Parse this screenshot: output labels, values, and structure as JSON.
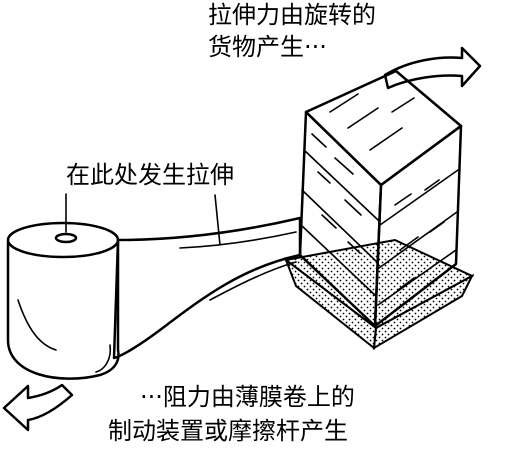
{
  "labels": {
    "top_line1": "拉伸力由旋转的",
    "top_line2": "货物产生···",
    "middle": "在此处发生拉伸",
    "bottom_line1": "···阻力由薄膜卷上的",
    "bottom_line2": "制动装置或摩擦杆产生"
  },
  "icons": {
    "top_arrow": "curved-arrow-right-icon",
    "bottom_arrow": "curved-arrow-left-icon"
  },
  "colors": {
    "ink": "#000000",
    "paper": "#ffffff"
  }
}
